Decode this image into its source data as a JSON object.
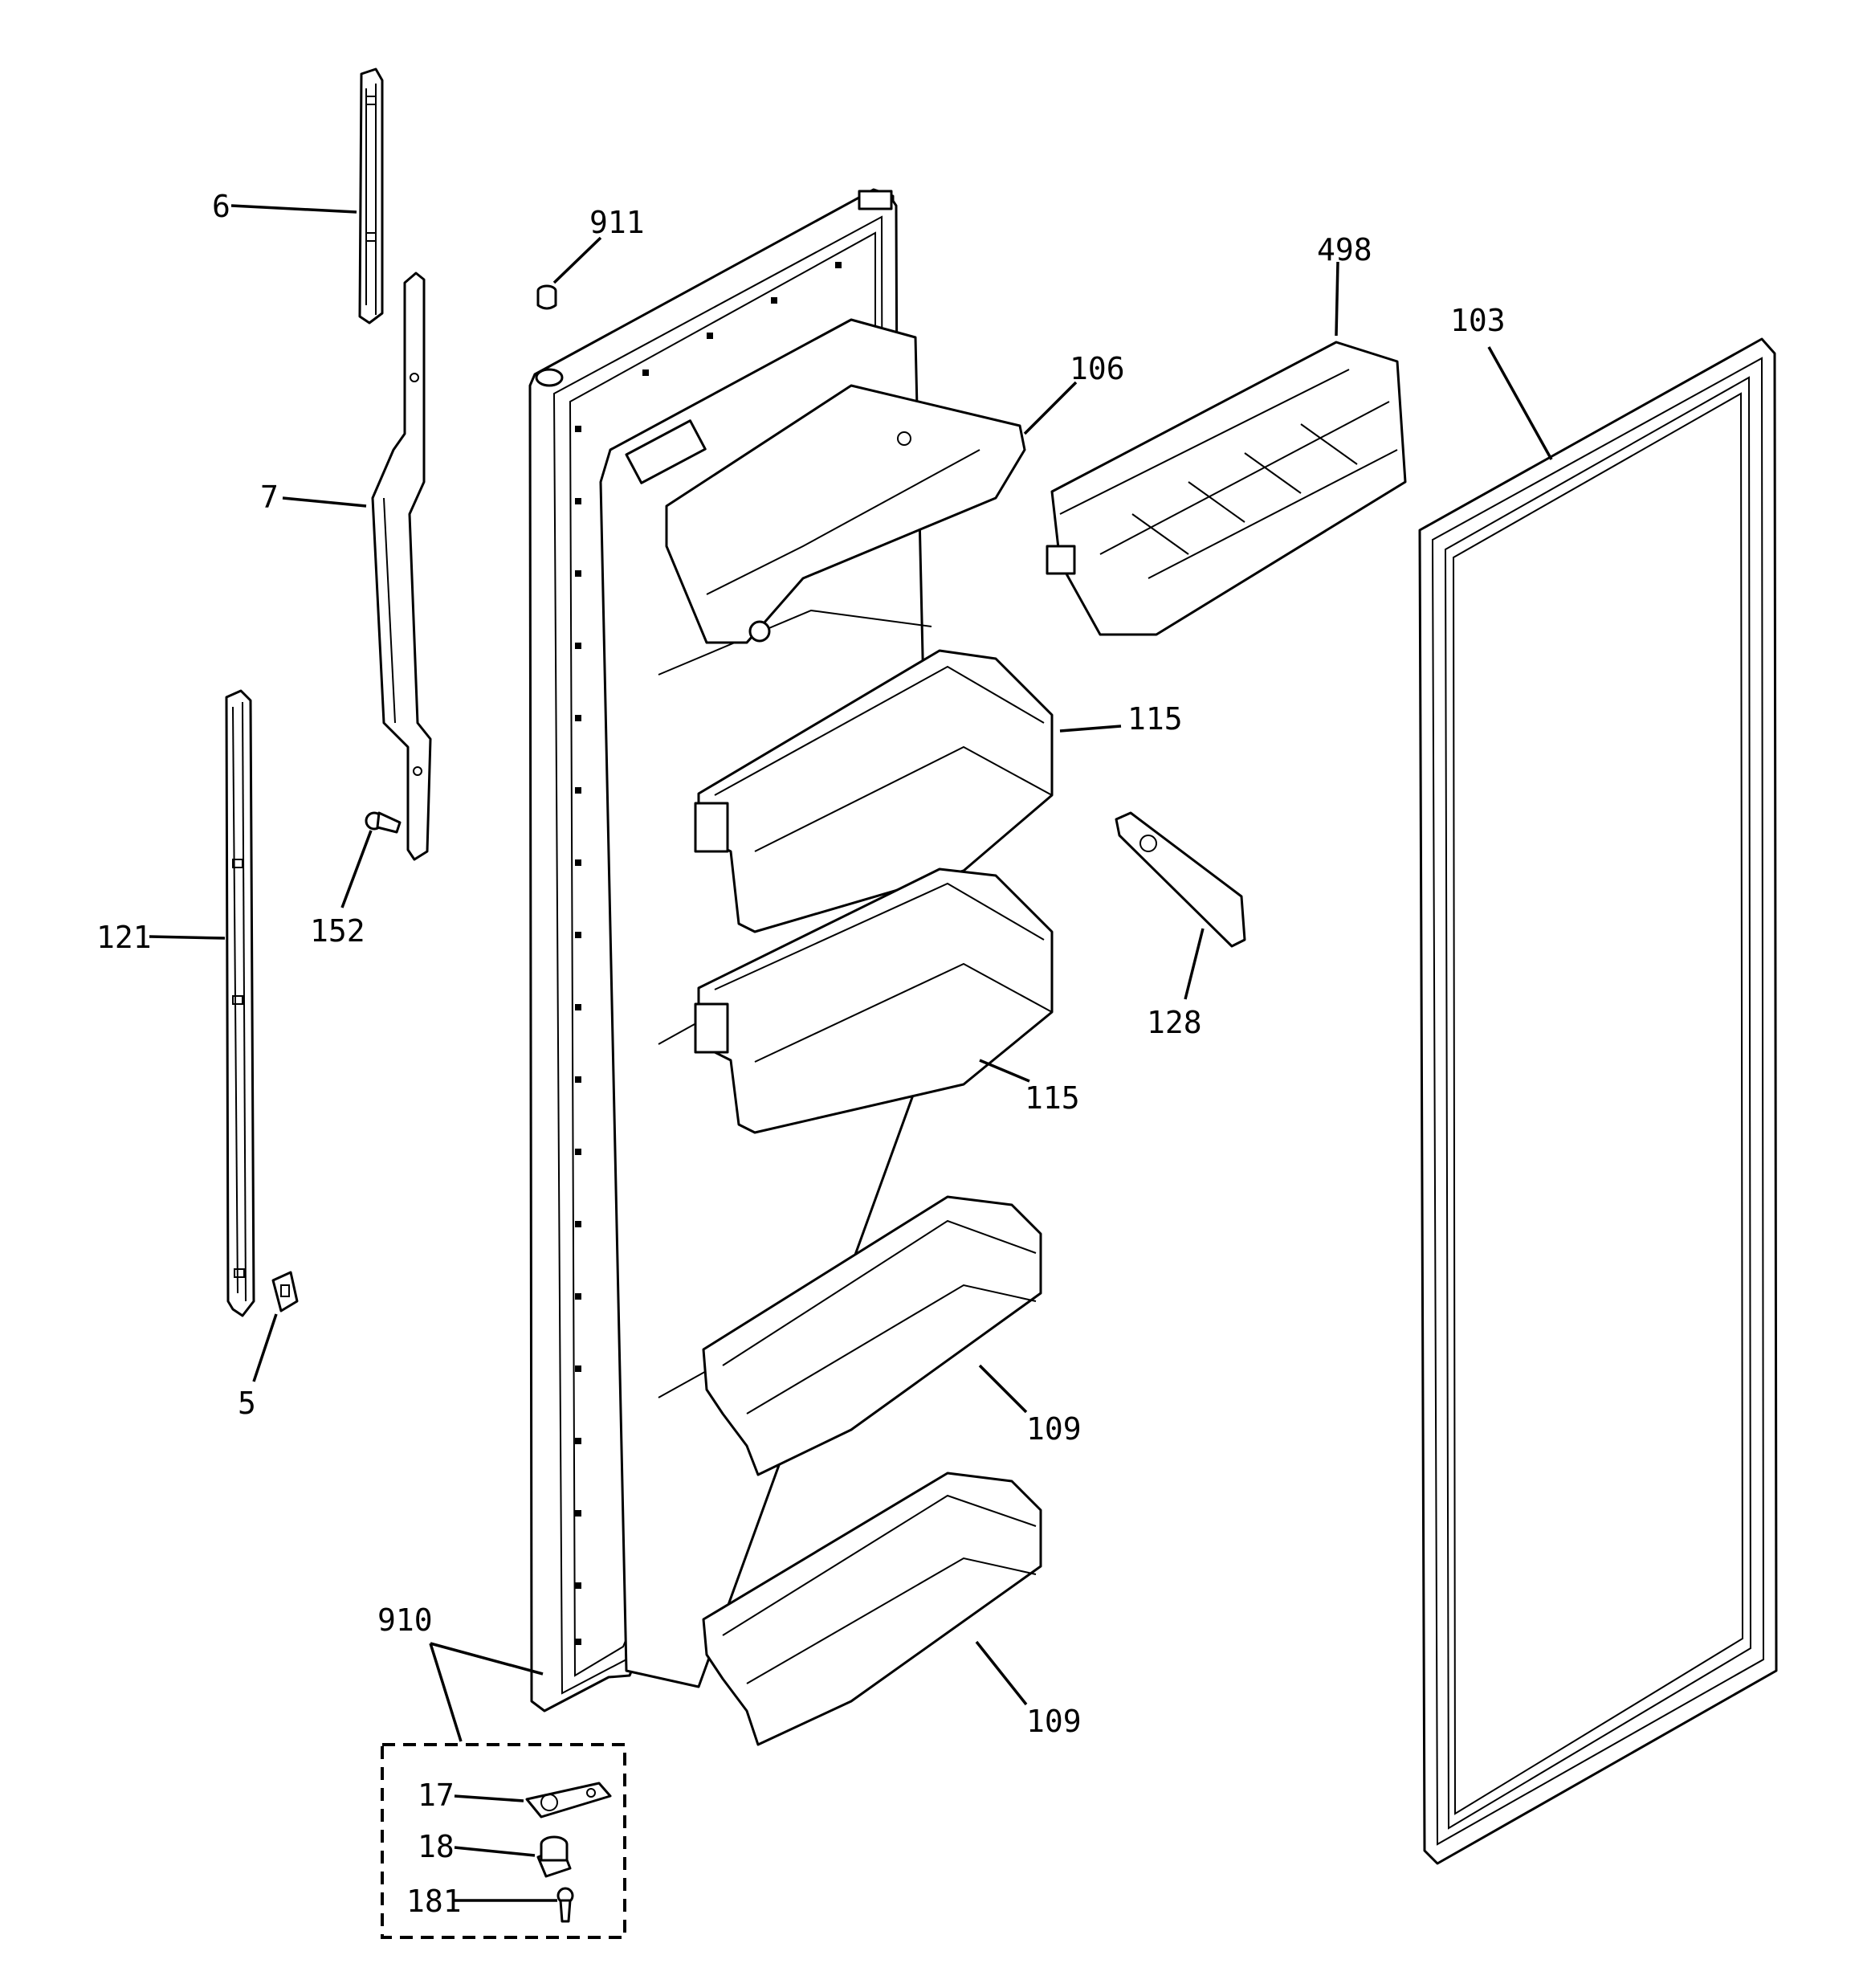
{
  "labels": {
    "p6": "6",
    "p7": "7",
    "p121": "121",
    "p152": "152",
    "p5": "5",
    "p911": "911",
    "p106": "106",
    "p498": "498",
    "p103": "103",
    "p115a": "115",
    "p115b": "115",
    "p128": "128",
    "p109a": "109",
    "p109b": "109",
    "p910": "910",
    "p17": "17",
    "p18": "18",
    "p181": "181"
  }
}
